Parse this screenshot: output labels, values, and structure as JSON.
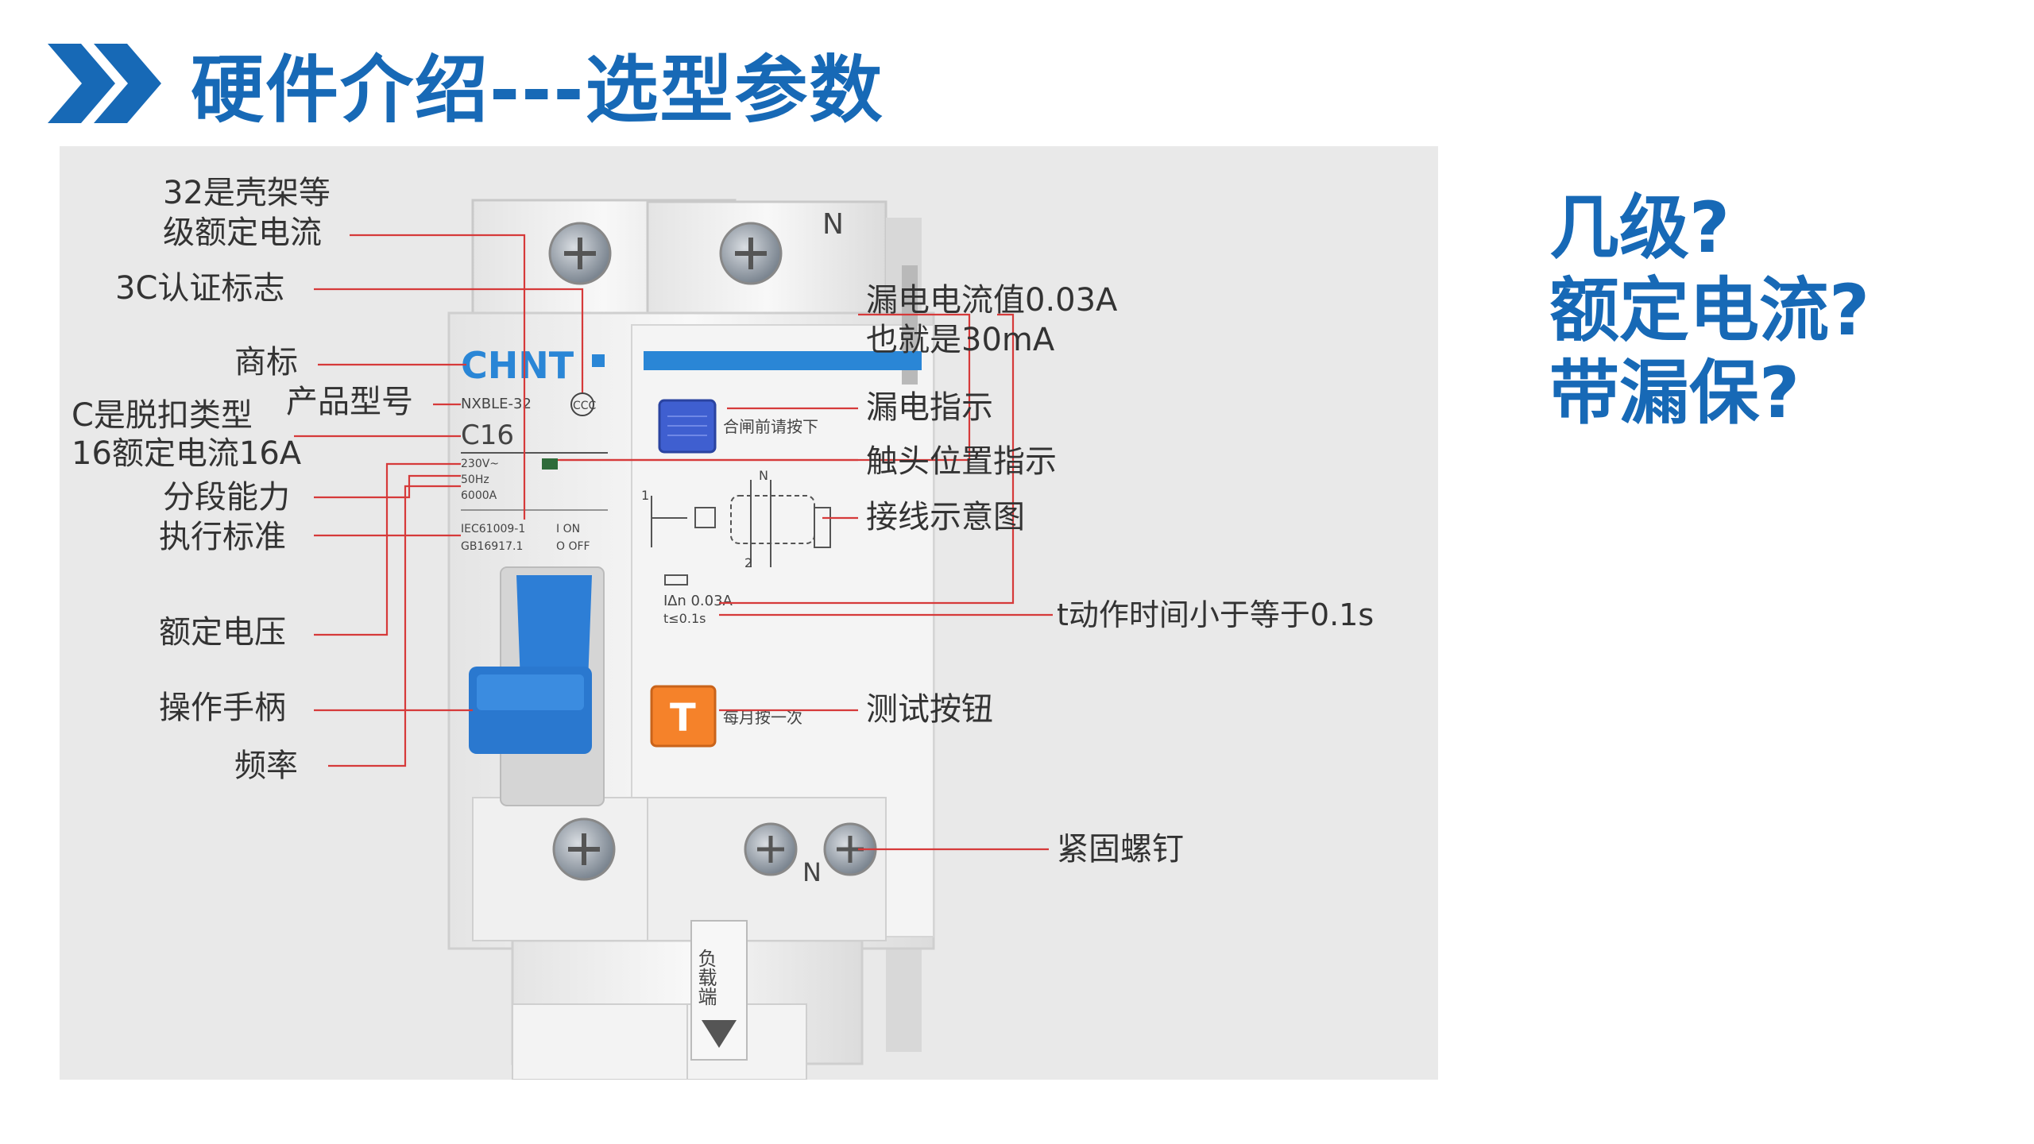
{
  "slide": {
    "title": "硬件介绍---选型参数",
    "brand_color": "#1769b6",
    "accent_line_color": "#d63a3a"
  },
  "questions": [
    "几级?",
    "额定电流?",
    "带漏保?"
  ],
  "device": {
    "brand": "CHNT",
    "model": "NXBLE-32",
    "curve_rating": "C16",
    "voltage": "230V~",
    "frequency": "50Hz",
    "breaking_capacity": "6000A",
    "standard_1": "IEC61009-1",
    "standard_2": "GB16917.1",
    "on_label": "I ON",
    "off_label": "O OFF",
    "neutral_top": "N",
    "neutral_bottom": "N",
    "blue_button_hint": "合闸前请按下",
    "test_button_letter": "T",
    "test_button_hint": "每月按一次",
    "leakage_spec": "I∆n 0.03A",
    "time_spec": "t≤0.1s",
    "load_side": "负载端",
    "diagram_label_1": "1",
    "diagram_label_2": "2",
    "diagram_label_n": "N"
  },
  "annotations": {
    "left": [
      "32是壳架等",
      "级额定电流",
      "3C认证标志",
      "商标",
      "产品型号",
      "C是脱扣类型",
      "16额定电流16A",
      "分段能力",
      "执行标准",
      "额定电压",
      "操作手柄",
      "频率"
    ],
    "right": [
      "漏电电流值0.03A",
      "也就是30mA",
      "漏电指示",
      "触头位置指示",
      "接线示意图",
      "t动作时间小于等于0.1s",
      "测试按钮",
      "紧固螺钉"
    ]
  }
}
